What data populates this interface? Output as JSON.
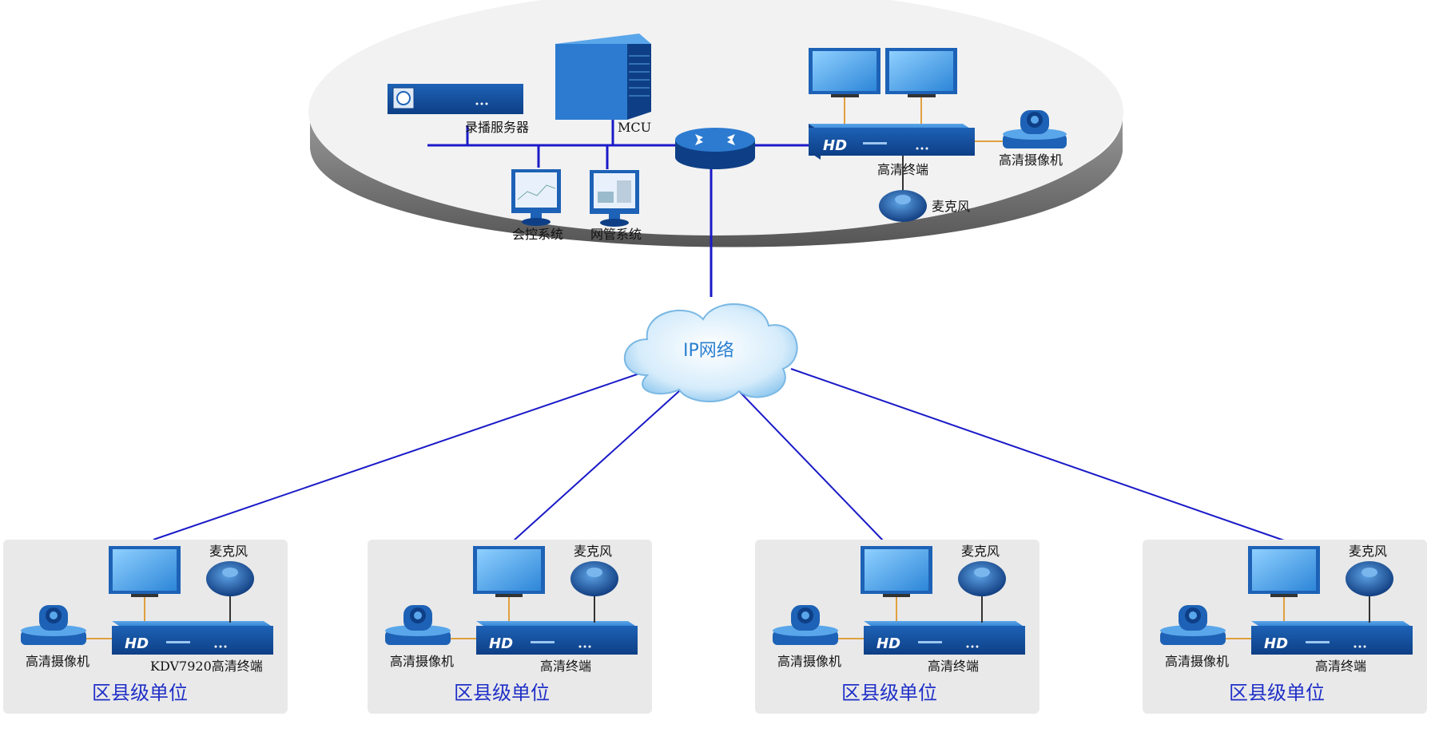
{
  "hq": {
    "recorder": "录播服务器",
    "mcu": "MCU",
    "terminal": "高清终端",
    "camera": "高清摄像机",
    "microphone": "麦克风",
    "conference_control": "会控系统",
    "network_management": "网管系统",
    "hd_badge": "HD"
  },
  "network": {
    "label": "IP网络"
  },
  "branches": [
    {
      "title": "区县级单位",
      "terminal": "KDV7920高清终端",
      "camera": "高清摄像机",
      "microphone": "麦克风",
      "hd": "HD"
    },
    {
      "title": "区县级单位",
      "terminal": "高清终端",
      "camera": "高清摄像机",
      "microphone": "麦克风",
      "hd": "HD"
    },
    {
      "title": "区县级单位",
      "terminal": "高清终端",
      "camera": "高清摄像机",
      "microphone": "麦克风",
      "hd": "HD"
    },
    {
      "title": "区县级单位",
      "terminal": "高清终端",
      "camera": "高清摄像机",
      "microphone": "麦克风",
      "hd": "HD"
    }
  ],
  "colors": {
    "link": "#1a1ac8",
    "device": "#1f6fc2",
    "device_dark": "#0e3f86",
    "cable": "#e0a040",
    "platform": "#f2f2f2",
    "platform_shadow": "#6a6a6a",
    "panel": "#e9e9e9"
  }
}
